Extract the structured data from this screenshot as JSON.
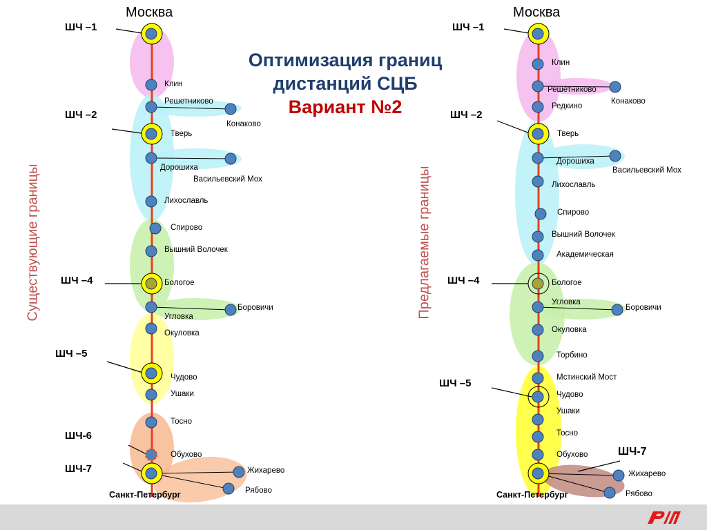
{
  "title": {
    "line1": "Оптимизация границ",
    "line2": "дистанций СЦБ",
    "variant": "Вариант №2"
  },
  "left": {
    "side_label": "Существующие границы",
    "top_city": "Москва",
    "bottom_city": "Санкт-Петербург",
    "stations": [
      "Клин",
      "Решетниково",
      "Конаково",
      "Тверь",
      "Дорошиха",
      "Васильевский Мох",
      "Лихославль",
      "Спирово",
      "Вышний Волочек",
      "Бологое",
      "Боровичи",
      "Угловка",
      "Окуловка",
      "Чудово",
      "Ушаки",
      "Тосно",
      "Обухово",
      "Жихарево",
      "Рябово"
    ],
    "shch": [
      "ШЧ –1",
      "ШЧ –2",
      "ШЧ –4",
      "ШЧ –5",
      "ШЧ-6",
      "ШЧ-7"
    ]
  },
  "right": {
    "side_label": "Предлагаемые границы",
    "top_city": "Москва",
    "bottom_city": "Санкт-Петербург",
    "stations": [
      "Клин",
      "Решетниково",
      "Конаково",
      "Редкино",
      "Тверь",
      "Дорошиха",
      "Васильевский Мох",
      "Лихославль",
      "Спирово",
      "Вышний Волочек",
      "Академическая",
      "Бологое",
      "Угловка",
      "Боровичи",
      "Окуловка",
      "Торбино",
      "Мстинский Мост",
      "Чудово",
      "Ушаки",
      "Тосно",
      "Обухово",
      "Жихарево",
      "Рябово"
    ],
    "shch": [
      "ШЧ –1",
      "ШЧ –2",
      "ШЧ –4",
      "ШЧ –5",
      "ШЧ-7"
    ]
  },
  "colors": {
    "line": "#e8401c",
    "node": "#4f81bd",
    "hub": "#ffff00",
    "zone_pink": "#f4b8ee",
    "zone_cyan": "#b7f1f7",
    "zone_green": "#c6f0a8",
    "zone_yellow": "#ffff99",
    "zone_orange": "#f7b98f",
    "zone_brown": "#c08a80",
    "title_blue": "#1f3e6e",
    "title_red": "#c00000",
    "side_label": "#c0504d",
    "logo_red": "#e21a1a"
  }
}
